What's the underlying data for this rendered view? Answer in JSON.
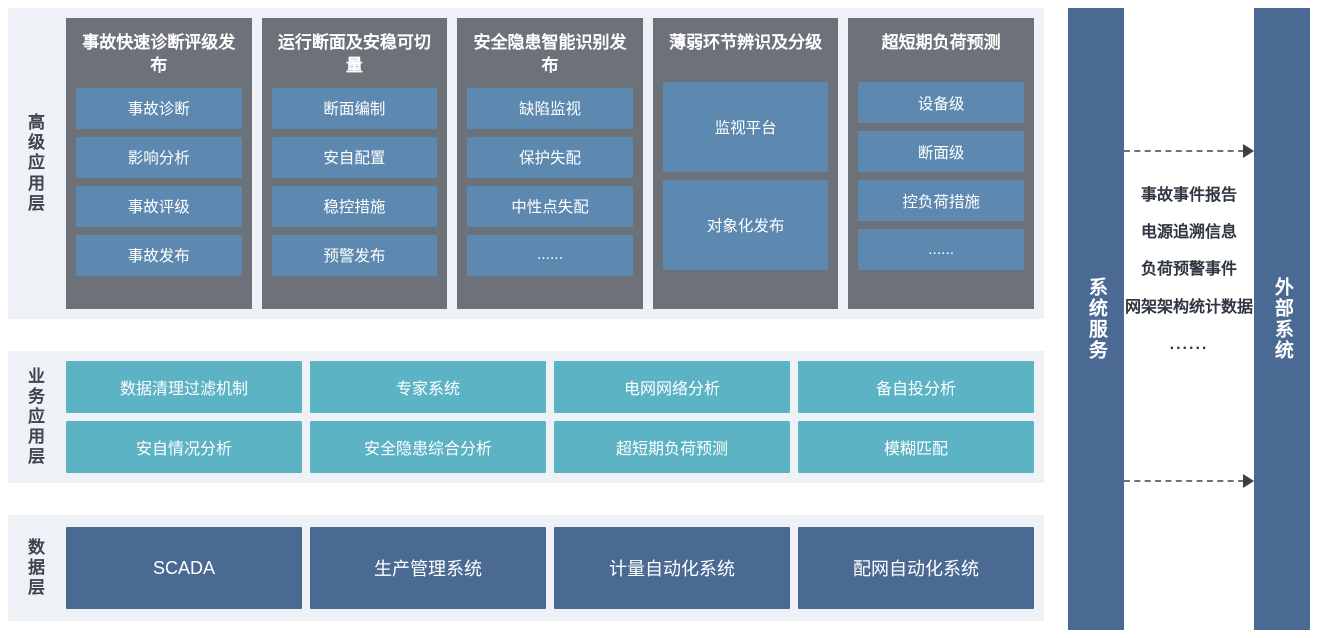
{
  "layers": [
    {
      "label": "高级应用层",
      "columns": [
        {
          "title": "事故快速诊断评级发布",
          "cells": [
            {
              "text": "事故诊断",
              "size": "h1"
            },
            {
              "text": "影响分析",
              "size": "h1"
            },
            {
              "text": "事故评级",
              "size": "h1"
            },
            {
              "text": "事故发布",
              "size": "h1"
            }
          ]
        },
        {
          "title": "运行断面及安稳可切量",
          "cells": [
            {
              "text": "断面编制",
              "size": "h1"
            },
            {
              "text": "安自配置",
              "size": "h1"
            },
            {
              "text": "稳控措施",
              "size": "h1"
            },
            {
              "text": "预警发布",
              "size": "h1"
            }
          ]
        },
        {
          "title": "安全隐患智能识别发布",
          "cells": [
            {
              "text": "缺陷监视",
              "size": "h1"
            },
            {
              "text": "保护失配",
              "size": "h1"
            },
            {
              "text": "中性点失配",
              "size": "h1"
            },
            {
              "text": "......",
              "size": "h1"
            }
          ]
        },
        {
          "title": "薄弱环节辨识及分级",
          "cells": [
            {
              "text": "监视平台",
              "size": "h2"
            },
            {
              "text": "对象化发布",
              "size": "h2"
            }
          ]
        },
        {
          "title": "超短期负荷预测",
          "cells": [
            {
              "text": "设备级",
              "size": "h1"
            },
            {
              "text": "断面级",
              "size": "h1"
            },
            {
              "text": "控负荷措施",
              "size": "h1"
            },
            {
              "text": "......",
              "size": "h1"
            }
          ]
        }
      ]
    },
    {
      "label": "业务应用层",
      "rows": [
        [
          "数据清理过滤机制",
          "专家系统",
          "电网网络分析",
          "备自投分析"
        ],
        [
          "安自情况分析",
          "安全隐患综合分析",
          "超短期负荷预测",
          "模糊匹配"
        ]
      ]
    },
    {
      "label": "数据层",
      "tiles": [
        "SCADA",
        "生产管理系统",
        "计量自动化系统",
        "配网自动化系统"
      ]
    }
  ],
  "right": {
    "service_bar": "系统服务",
    "external_bar": "外部系统",
    "flows": [
      "事故事件报告",
      "电源追溯信息",
      "负荷预警事件",
      "网架架构统计数据",
      "......"
    ]
  },
  "colors": {
    "band_bg": "#eef2f7",
    "col_bg": "#6d7179",
    "cell_blue": "#5d89b0",
    "tile_teal": "#5cb3c4",
    "tile_dark": "#4a6a93"
  }
}
